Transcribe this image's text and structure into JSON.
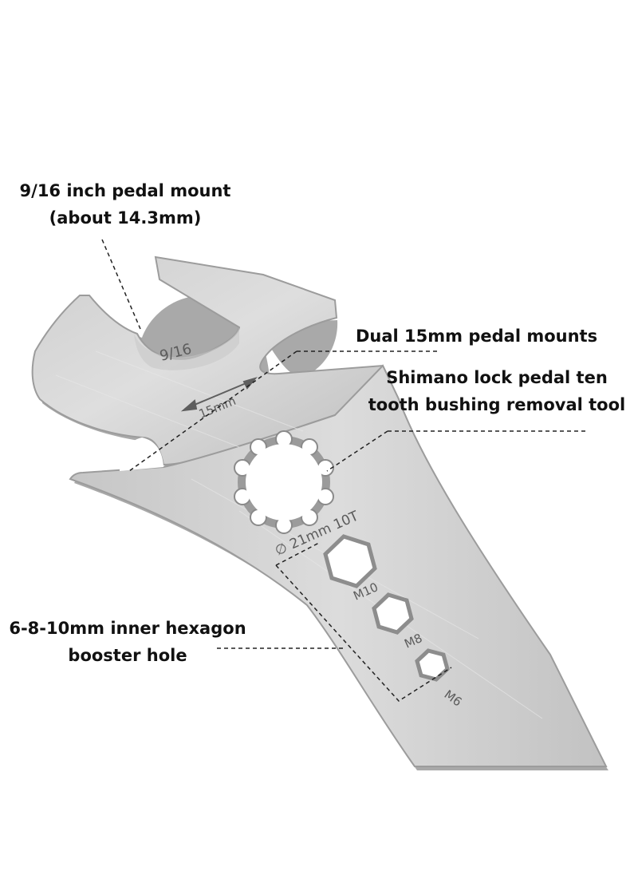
{
  "callouts": {
    "pedal_916": {
      "line1": "9/16 inch pedal mount",
      "line2": "(about 14.3mm)"
    },
    "dual_15": {
      "line1": "Dual 15mm pedal mounts"
    },
    "shimano": {
      "line1": "Shimano lock pedal ten",
      "line2": "tooth bushing removal tool"
    },
    "hex": {
      "line1": "6-8-10mm inner hexagon",
      "line2": "booster hole"
    }
  },
  "engravings": {
    "size_916": "9/16",
    "size_15": "15mm",
    "spline": "∅ 21mm 10T",
    "m10": "M10",
    "m8": "M8",
    "m6": "M6"
  },
  "colors": {
    "metal_light": "#d6d6d6",
    "metal_mid": "#b9b9b9",
    "metal_edge": "#8f8f8f",
    "text": "#111111"
  }
}
